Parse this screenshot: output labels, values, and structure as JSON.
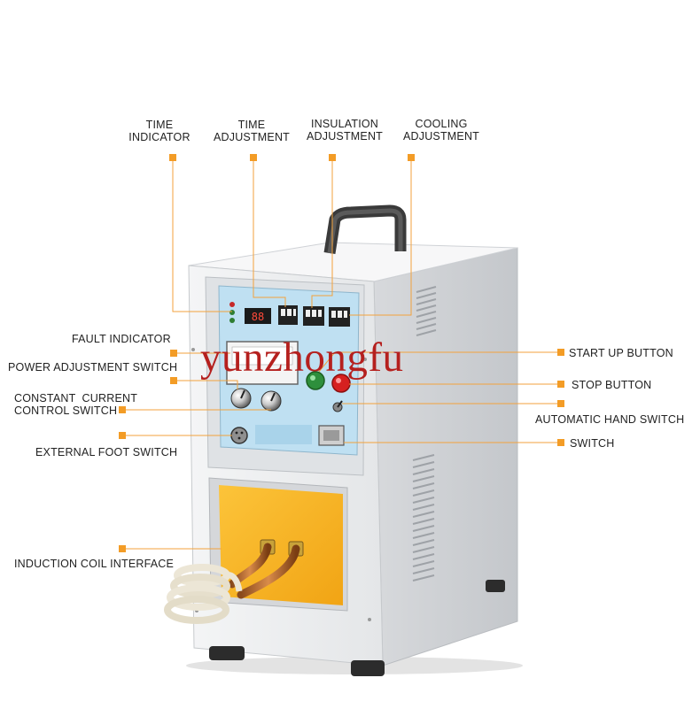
{
  "labels": {
    "time_indicator": "TIME\nINDICATOR",
    "time_adjustment": "TIME\nADJUSTMENT",
    "insulation_adjustment": "INSULATION\nADJUSTMENT",
    "cooling_adjustment": "COOLING\nADJUSTMENT",
    "fault_indicator": "FAULT INDICATOR",
    "power_adjustment_switch": "POWER ADJUSTMENT SWITCH",
    "constant_current_control_switch": "CONSTANT  CURRENT\nCONTROL SWITCH",
    "external_foot_switch": "EXTERNAL FOOT SWITCH",
    "induction_coil_interface": "INDUCTION COIL INTERFACE",
    "start_up_button": "START UP BUTTON",
    "stop_button": "STOP BUTTON",
    "automatic_hand_switch": "AUTOMATIC HAND SWITCH",
    "switch": "SWITCH"
  },
  "display": {
    "time_readout": "88"
  },
  "watermark": "yunzhongfu",
  "colors": {
    "marker": "#f39c26",
    "leader_line": "#f3a23c",
    "panel_blue": "#bfe0f2",
    "cabinet": "#e9eaec",
    "orange_panel": "#f7b626",
    "watermark": "#b5201e"
  }
}
